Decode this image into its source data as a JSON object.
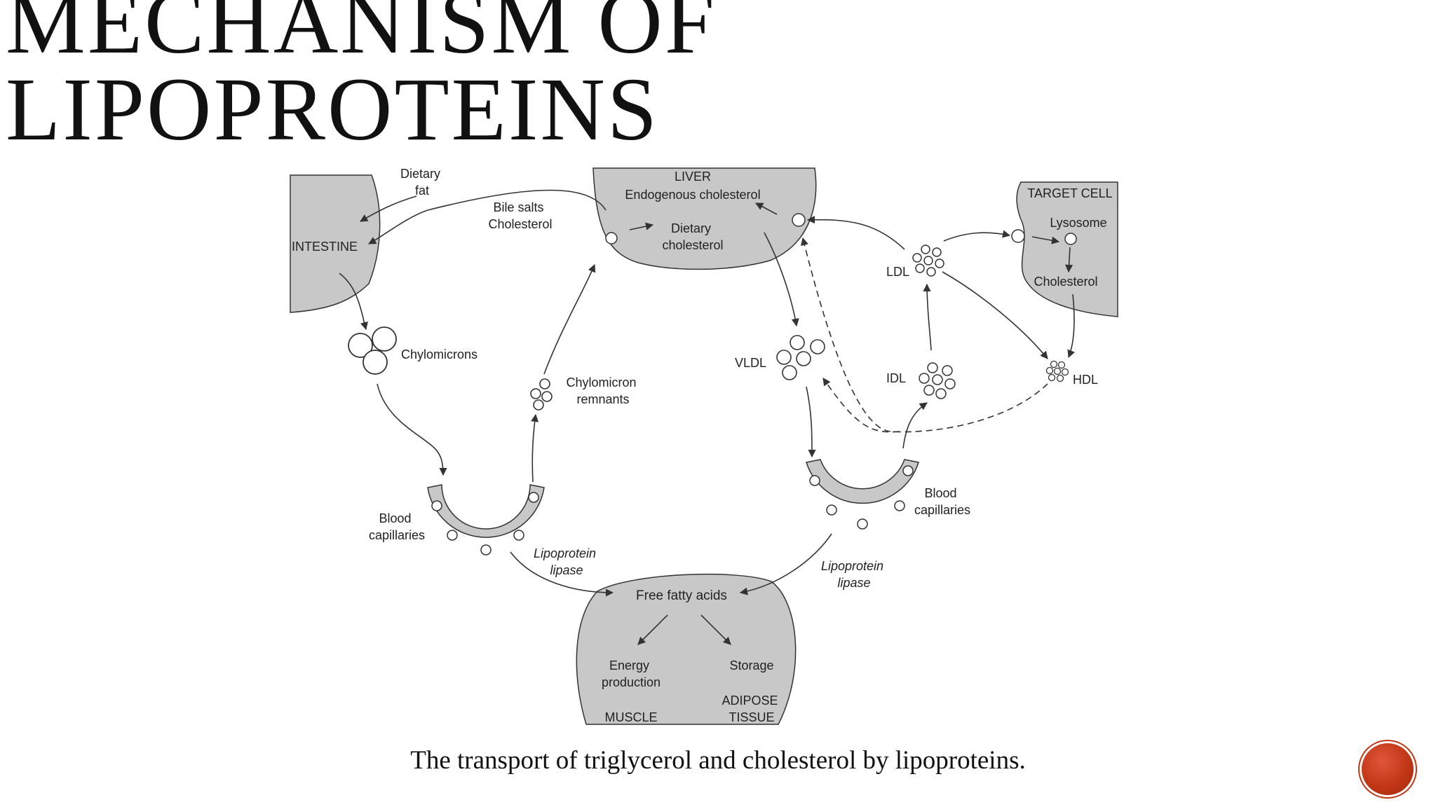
{
  "slide": {
    "title_line1": "MECHANISM OF",
    "title_line2": "LIPOPROTEINS",
    "caption": "The transport of triglycerol and cholesterol by lipoproteins."
  },
  "diagram": {
    "labels": {
      "dietary_fat": [
        "Dietary",
        "fat"
      ],
      "intestine": "INTESTINE",
      "bile_salts": [
        "Bile salts",
        "Cholesterol"
      ],
      "liver": "LIVER",
      "endogenous_cholesterol": "Endogenous cholesterol",
      "dietary_cholesterol": [
        "Dietary",
        "cholesterol"
      ],
      "target_cell": "TARGET CELL",
      "lysosome": "Lysosome",
      "cell_cholesterol": "Cholesterol",
      "ldl": "LDL",
      "chylomicrons": "Chylomicrons",
      "chylomicron_remnants": [
        "Chylomicron",
        "remnants"
      ],
      "vldl": "VLDL",
      "idl": "IDL",
      "hdl": "HDL",
      "blood_capillaries_left": [
        "Blood",
        "capillaries"
      ],
      "blood_capillaries_right": [
        "Blood",
        "capillaries"
      ],
      "lipoprotein_lipase_left": [
        "Lipoprotein",
        "lipase"
      ],
      "lipoprotein_lipase_right": [
        "Lipoprotein",
        "lipase"
      ],
      "free_fatty_acids": "Free fatty acids",
      "energy_production": [
        "Energy",
        "production"
      ],
      "storage": "Storage",
      "muscle": "MUSCLE",
      "adipose_tissue": [
        "ADIPOSE",
        "TISSUE"
      ]
    }
  },
  "colors": {
    "tissue_fill": "#c8c8c8",
    "line": "#333333",
    "nav_button": "#c23716"
  },
  "icons": {
    "nav_button": "circle-button-icon"
  }
}
